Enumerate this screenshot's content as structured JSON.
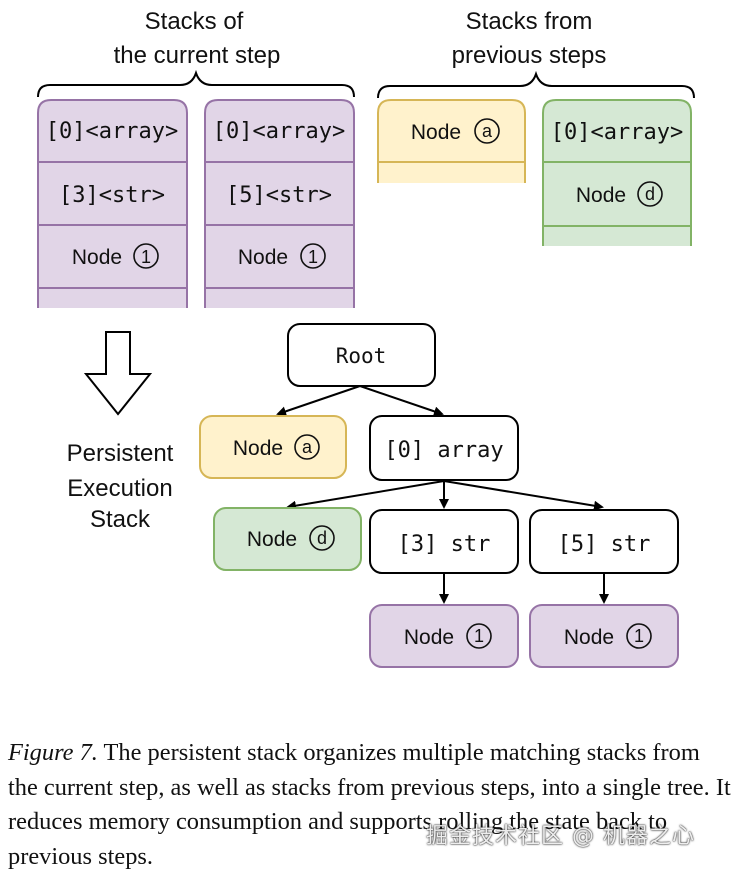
{
  "headings": {
    "current_line1": "Stacks of",
    "current_line2": "the current step",
    "previous_line1": "Stacks from",
    "previous_line2": "previous steps"
  },
  "stacks": {
    "s1": [
      "[0]<array>",
      "[3]<str>",
      "Node"
    ],
    "s2": [
      "[0]<array>",
      "[5]<str>",
      "Node"
    ],
    "s3": [
      "Node"
    ],
    "s4": [
      "[0]<array>",
      "Node"
    ]
  },
  "circled": {
    "a": "a",
    "d": "d",
    "one": "1"
  },
  "side_label": [
    "Persistent",
    "Execution",
    "Stack"
  ],
  "tree": {
    "root": "Root",
    "node_a": "Node",
    "array": "[0] array",
    "node_d": "Node",
    "str3": "[3] str",
    "str5": "[5] str",
    "leaf1": "Node",
    "leaf2": "Node"
  },
  "caption": {
    "figure_label": "Figure 7.",
    "text": " The persistent stack organizes multiple matching stacks from the current step, as well as stacks from previous steps, into a single tree. It reduces memory consumption and supports rolling the state back to previous steps."
  },
  "watermark": "掘金技术社区 @ 机器之心",
  "colors": {
    "purple_fill": "#e1d5e7",
    "purple_stroke": "#9673a6",
    "yellow_fill": "#fff2cc",
    "yellow_stroke": "#d6b656",
    "green_fill": "#d5e8d4",
    "green_stroke": "#82b366",
    "line": "#000000"
  }
}
